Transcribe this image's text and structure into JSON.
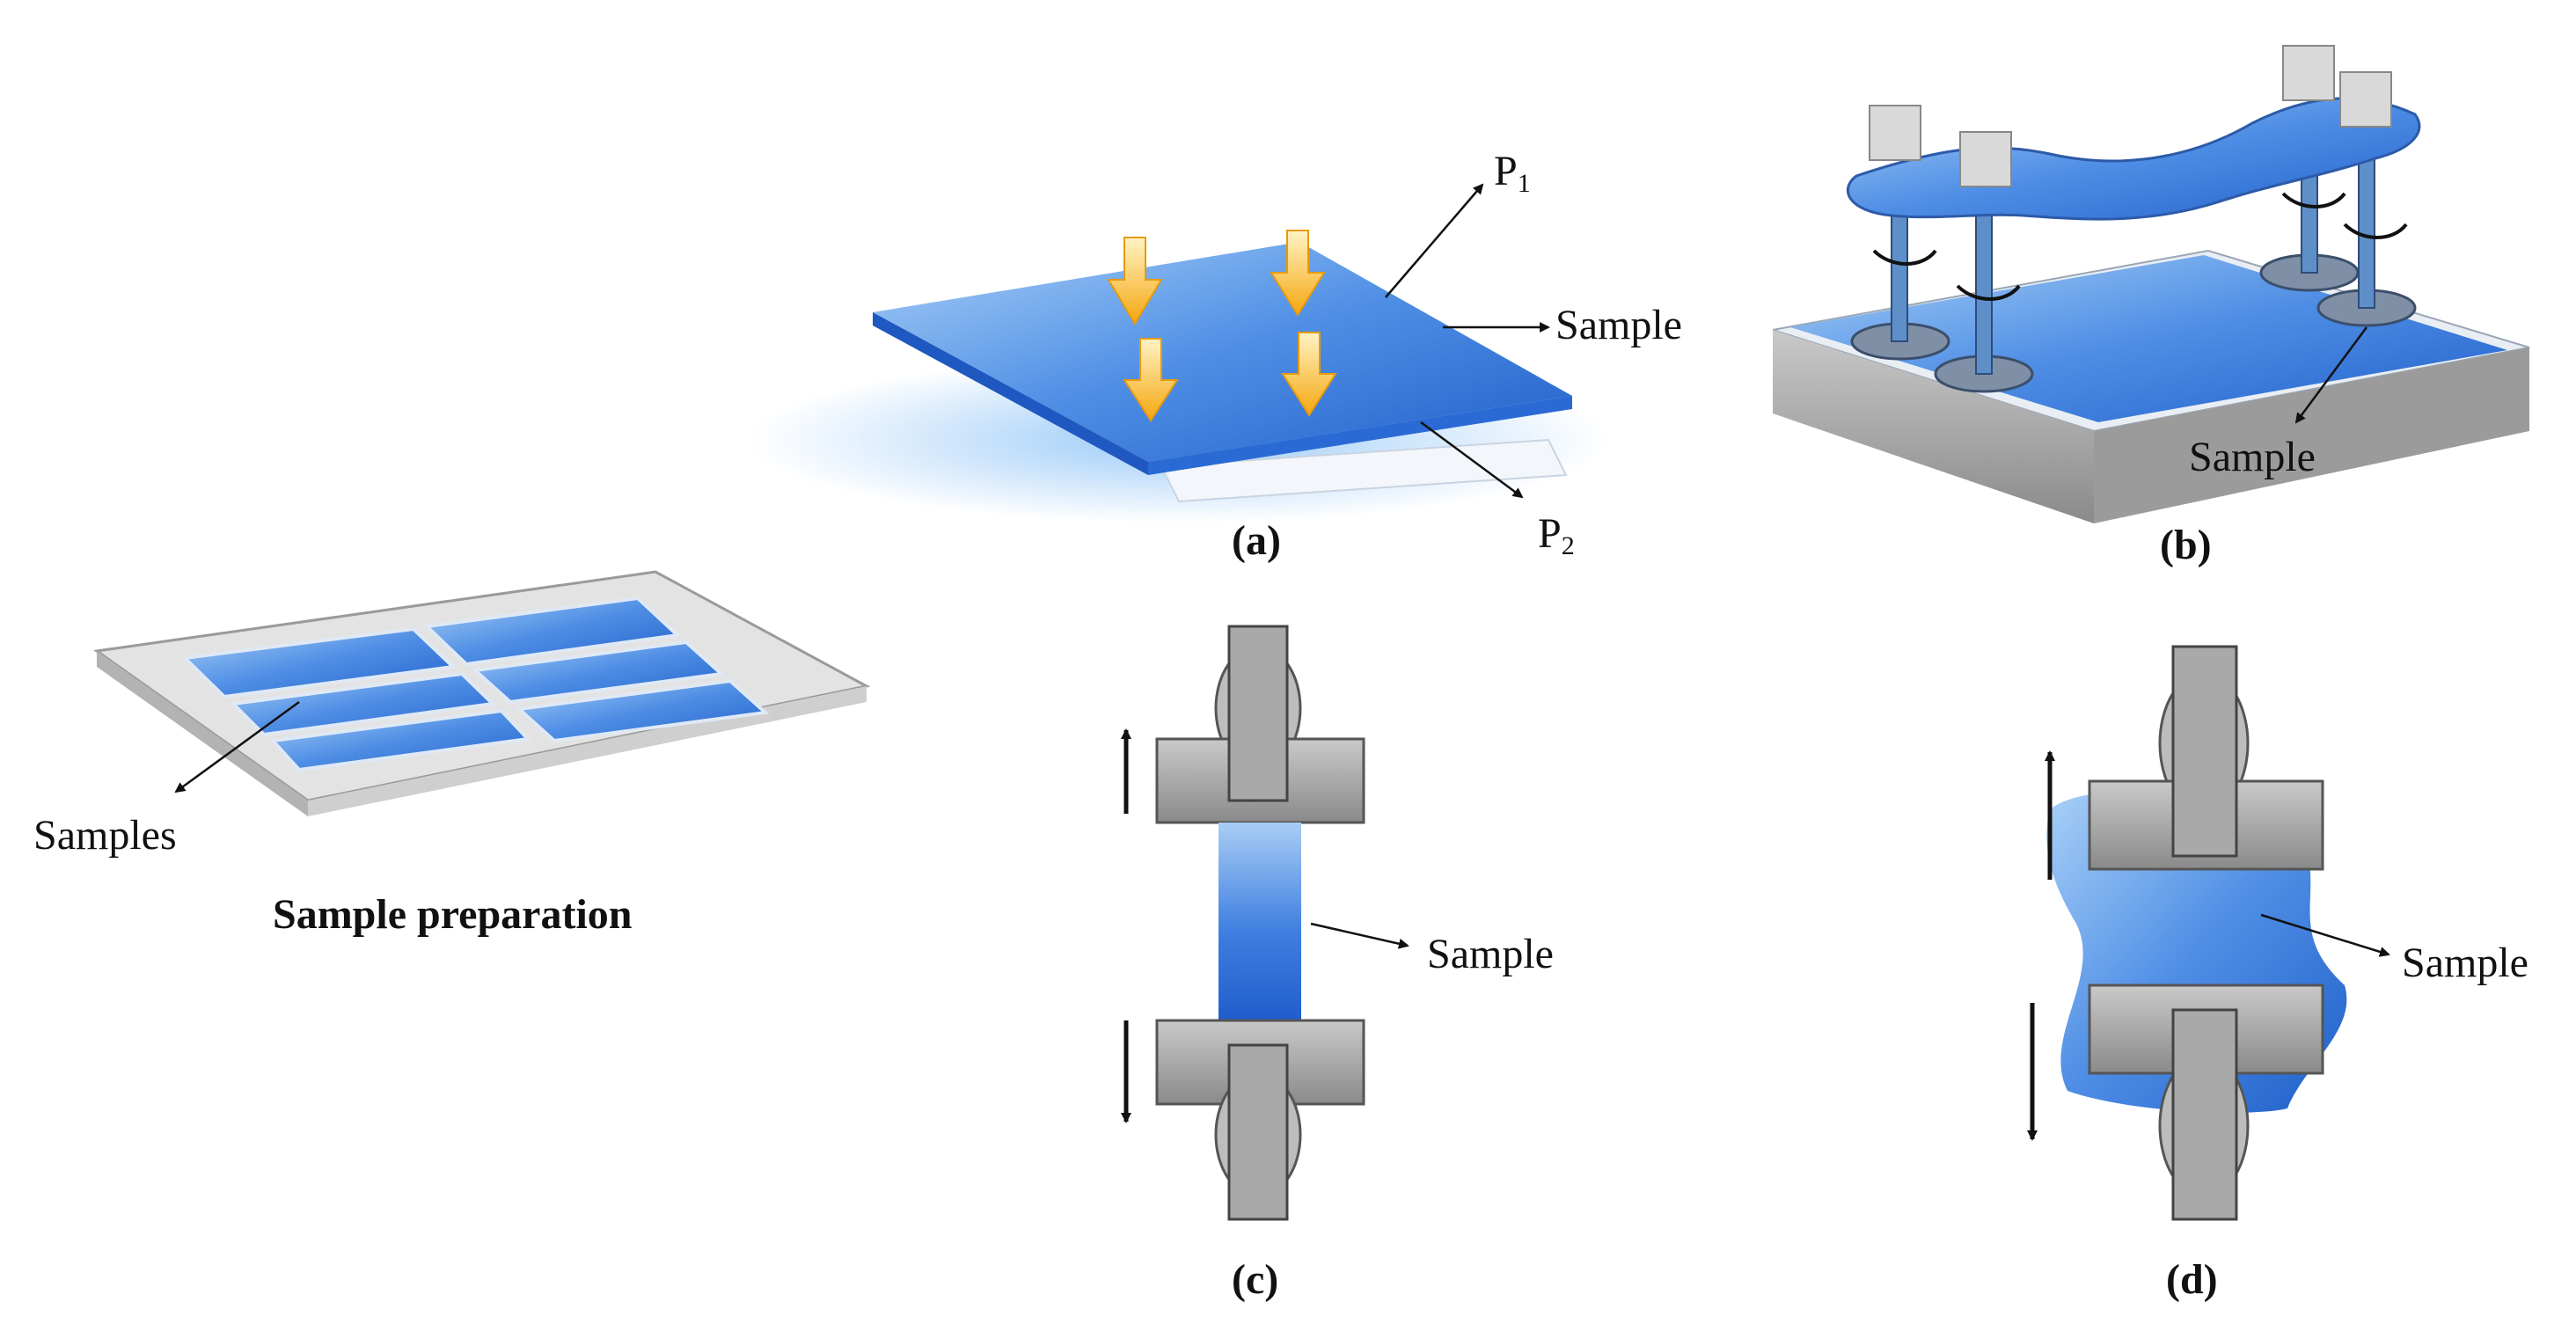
{
  "labels": {
    "samples": "Samples",
    "sample_preparation": "Sample preparation",
    "p1_letter": "P",
    "p1_sub": "1",
    "p2_letter": "P",
    "p2_sub": "2",
    "sample_a": "Sample",
    "sample_b": "Sample",
    "sample_c": "Sample",
    "sample_d": "Sample",
    "panel_a": "(a)",
    "panel_b": "(b)",
    "panel_c": "(c)",
    "panel_d": "(d)"
  },
  "colors": {
    "sample_blue": "#2f6fd8",
    "light_blue": "#9cc6f2",
    "gray_block": "#a9a9a9",
    "dark_gray": "#6e6e6e",
    "arrow_yellow": "#f7b21b"
  }
}
